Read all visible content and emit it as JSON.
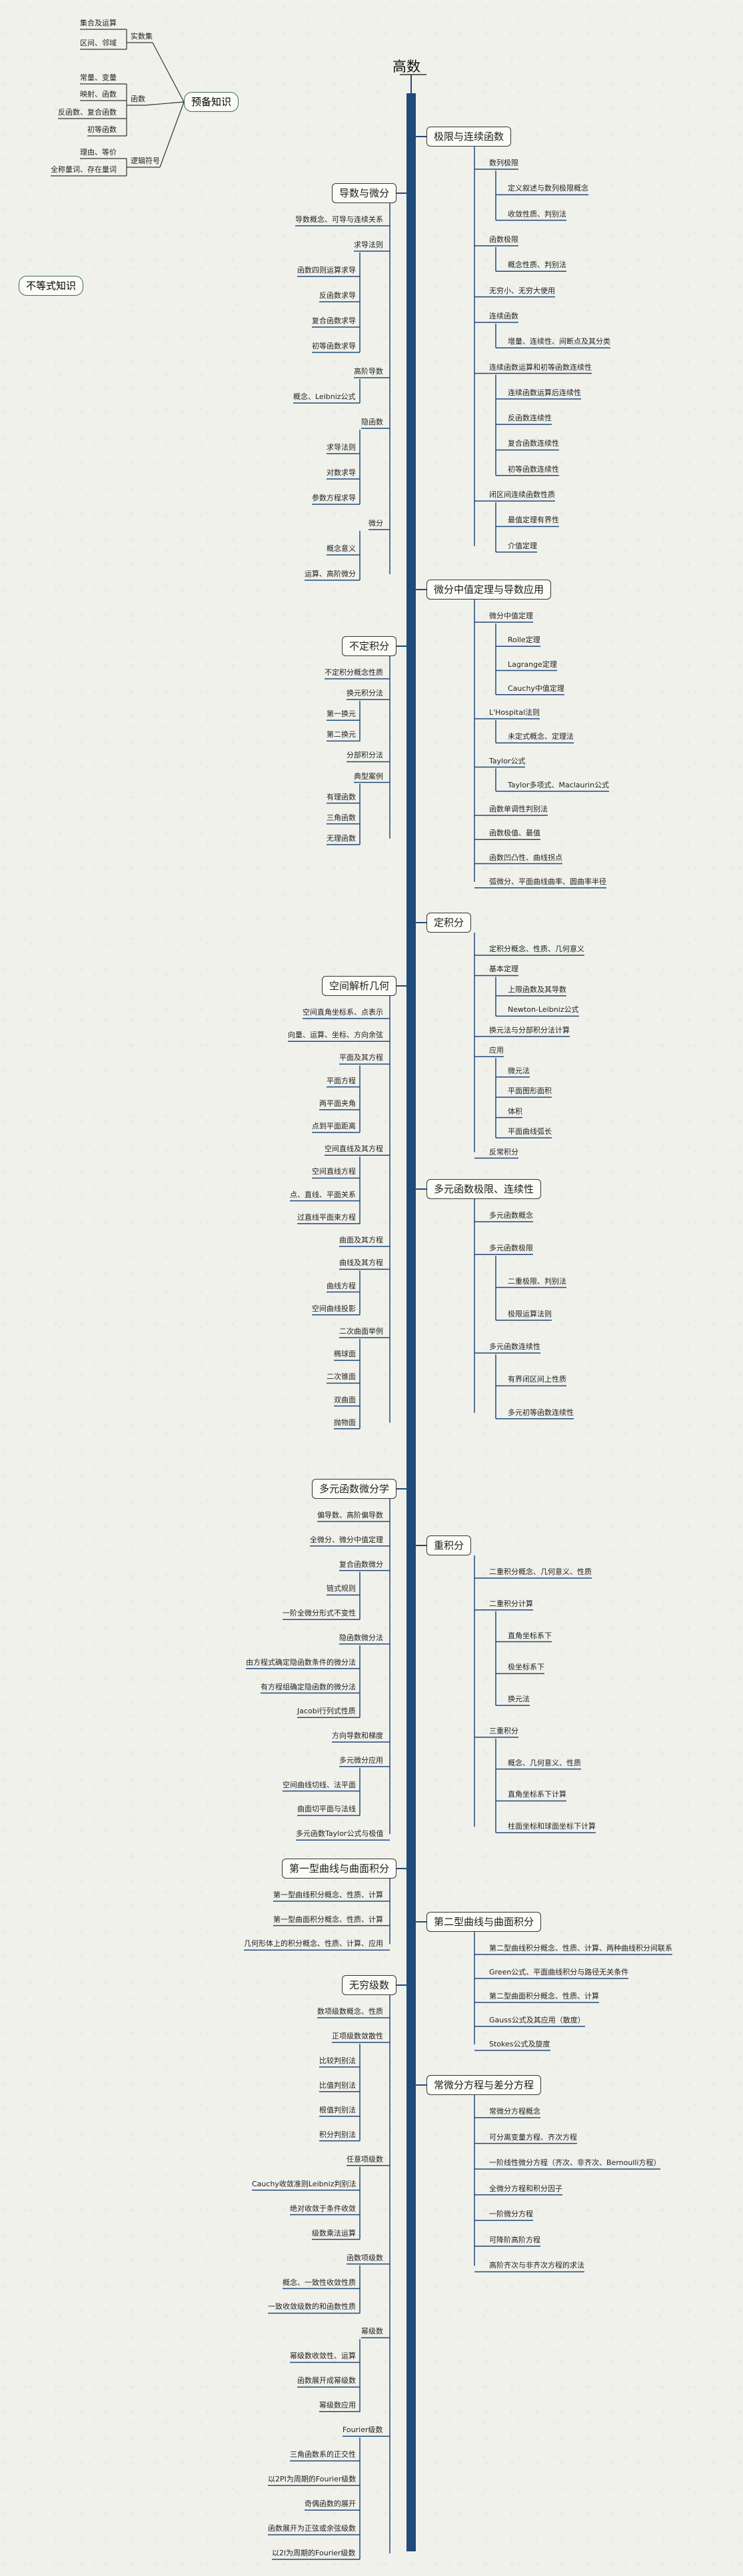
{
  "title": "高数",
  "prereq": {
    "label": "预备知识",
    "groups": [
      {
        "label": "实数集",
        "items": [
          "集合及运算",
          "区间、邻域"
        ]
      },
      {
        "label": "函数",
        "items": [
          "常量、变量",
          "映射、函数",
          "反函数、复合函数",
          "初等函数"
        ]
      },
      {
        "label": "逻辑符号",
        "items": [
          "理由、等价",
          "全称量词、存在量词"
        ]
      }
    ]
  },
  "ineq": "不等式知识",
  "right": [
    {
      "label": "极限与连续函数",
      "children": [
        {
          "t": "数列极限",
          "c": [
            {
              "t": "定义叙述与数列极限概念"
            },
            {
              "t": "收敛性质、判别法"
            }
          ]
        },
        {
          "t": "函数极限",
          "c": [
            {
              "t": "概念性质、判别法"
            }
          ]
        },
        {
          "t": "无穷小、无穷大使用"
        },
        {
          "t": "连续函数",
          "c": [
            {
              "t": "增量、连续性、间断点及其分类"
            }
          ]
        },
        {
          "t": "连续函数运算和初等函数连续性",
          "c": [
            {
              "t": "连续函数运算后连续性"
            },
            {
              "t": "反函数连续性"
            },
            {
              "t": "复合函数连续性"
            },
            {
              "t": "初等函数连续性"
            }
          ]
        },
        {
          "t": "闭区间连续函数性质",
          "c": [
            {
              "t": "最值定理有界性"
            },
            {
              "t": "介值定理"
            }
          ]
        }
      ]
    },
    {
      "label": "微分中值定理与导数应用",
      "children": [
        {
          "t": "微分中值定理",
          "c": [
            {
              "t": "Rolle定理"
            },
            {
              "t": "Lagrange定理"
            },
            {
              "t": "Cauchy中值定理"
            }
          ]
        },
        {
          "t": "L'Hospital法则",
          "c": [
            {
              "t": "未定式概念、定理法"
            }
          ]
        },
        {
          "t": "Taylor公式",
          "c": [
            {
              "t": "Taylor多项式、Maclaurin公式"
            }
          ]
        },
        {
          "t": "函数单调性判别法"
        },
        {
          "t": "函数极值、最值"
        },
        {
          "t": "函数凹凸性、曲线拐点"
        },
        {
          "t": "弧微分、平面曲线曲率、圆曲率半径"
        }
      ]
    },
    {
      "label": "定积分",
      "children": [
        {
          "t": "定积分概念、性质、几何意义"
        },
        {
          "t": "基本定理",
          "c": [
            {
              "t": "上限函数及其导数"
            },
            {
              "t": "Newton-Leibniz公式"
            }
          ]
        },
        {
          "t": "换元法与分部积分法计算"
        },
        {
          "t": "应用",
          "c": [
            {
              "t": "微元法"
            },
            {
              "t": "平面图形面积"
            },
            {
              "t": "体积"
            },
            {
              "t": "平面曲线弧长"
            }
          ]
        },
        {
          "t": "反常积分"
        }
      ]
    },
    {
      "label": "多元函数极限、连续性",
      "children": [
        {
          "t": "多元函数概念"
        },
        {
          "t": "多元函数极限",
          "c": [
            {
              "t": "二重极限、判别法"
            },
            {
              "t": "极限运算法则"
            }
          ]
        },
        {
          "t": "多元函数连续性",
          "c": [
            {
              "t": "有界闭区间上性质"
            },
            {
              "t": "多元初等函数连续性"
            }
          ]
        }
      ]
    },
    {
      "label": "重积分",
      "children": [
        {
          "t": "二重积分概念、几何意义、性质"
        },
        {
          "t": "二重积分计算",
          "c": [
            {
              "t": "直角坐标系下"
            },
            {
              "t": "极坐标系下"
            },
            {
              "t": "换元法"
            }
          ]
        },
        {
          "t": "三重积分",
          "c": [
            {
              "t": "概念、几何意义、性质"
            },
            {
              "t": "直角坐标系下计算"
            },
            {
              "t": "柱面坐标和球面坐标下计算"
            }
          ]
        }
      ]
    },
    {
      "label": "第二型曲线与曲面积分",
      "children": [
        {
          "t": "第二型曲线积分概念、性质、计算、两种曲线积分间联系"
        },
        {
          "t": "Green公式、平面曲线积分与路径无关条件"
        },
        {
          "t": "第二型曲面积分概念、性质、计算"
        },
        {
          "t": "Gauss公式及其应用（散度）"
        },
        {
          "t": "Stokes公式及旋度"
        }
      ]
    },
    {
      "label": "常微分方程与差分方程",
      "children": [
        {
          "t": "常微分方程概念"
        },
        {
          "t": "可分离变量方程、齐次方程"
        },
        {
          "t": "一阶线性微分方程（齐次、非齐次、Bernoulli方程）"
        },
        {
          "t": "全微分方程和积分因子"
        },
        {
          "t": "一阶微分方程"
        },
        {
          "t": "可降阶高阶方程"
        },
        {
          "t": "高阶齐次与非齐次方程的求法"
        }
      ]
    }
  ],
  "left": [
    {
      "label": "导数与微分",
      "children": [
        {
          "t": "导数概念、可导与连续关系"
        },
        {
          "t": "求导法则",
          "c": [
            {
              "t": "函数四则运算求导"
            },
            {
              "t": "反函数求导"
            },
            {
              "t": "复合函数求导"
            },
            {
              "t": "初等函数求导"
            }
          ]
        },
        {
          "t": "高阶导数",
          "c": [
            {
              "t": "概念、Leibniz公式"
            }
          ]
        },
        {
          "t": "隐函数",
          "c": [
            {
              "t": "求导法则"
            },
            {
              "t": "对数求导"
            },
            {
              "t": "参数方程求导"
            }
          ]
        },
        {
          "t": "微分",
          "c": [
            {
              "t": "概念意义"
            },
            {
              "t": "运算、高阶微分"
            }
          ]
        }
      ]
    },
    {
      "label": "不定积分",
      "children": [
        {
          "t": "不定积分概念性质"
        },
        {
          "t": "换元积分法",
          "c": [
            {
              "t": "第一换元"
            },
            {
              "t": "第二换元"
            }
          ]
        },
        {
          "t": "分部积分法"
        },
        {
          "t": "典型案例",
          "c": [
            {
              "t": "有理函数"
            },
            {
              "t": "三角函数"
            },
            {
              "t": "无理函数"
            }
          ]
        }
      ]
    },
    {
      "label": "空间解析几何",
      "children": [
        {
          "t": "空间直角坐标系、点表示"
        },
        {
          "t": "向量、运算、坐标、方向余弦"
        },
        {
          "t": "平面及其方程",
          "c": [
            {
              "t": "平面方程"
            },
            {
              "t": "两平面夹角"
            },
            {
              "t": "点到平面距离"
            }
          ]
        },
        {
          "t": "空间直线及其方程",
          "c": [
            {
              "t": "空间直线方程"
            },
            {
              "t": "点、直线、平面关系"
            },
            {
              "t": "过直线平面束方程"
            }
          ]
        },
        {
          "t": "曲面及其方程"
        },
        {
          "t": "曲线及其方程",
          "c": [
            {
              "t": "曲线方程"
            },
            {
              "t": "空间曲线投影"
            }
          ]
        },
        {
          "t": "二次曲面举例",
          "c": [
            {
              "t": "椭球面"
            },
            {
              "t": "二次锥面"
            },
            {
              "t": "双曲面"
            },
            {
              "t": "抛物面"
            }
          ]
        }
      ]
    },
    {
      "label": "多元函数微分学",
      "children": [
        {
          "t": "偏导数、高阶偏导数"
        },
        {
          "t": "全微分、微分中值定理"
        },
        {
          "t": "复合函数微分",
          "c": [
            {
              "t": "链式规则"
            },
            {
              "t": "一阶全微分形式不变性"
            }
          ]
        },
        {
          "t": "隐函数微分法",
          "c": [
            {
              "t": "由方程式确定隐函数条件的微分法"
            },
            {
              "t": "有方程组确定隐函数的微分法"
            },
            {
              "t": "Jacobi行列式性质"
            }
          ]
        },
        {
          "t": "方向导数和梯度"
        },
        {
          "t": "多元微分应用",
          "c": [
            {
              "t": "空间曲线切线、法平面"
            },
            {
              "t": "曲面切平面与法线"
            }
          ]
        },
        {
          "t": "多元函数Taylor公式与极值"
        }
      ]
    },
    {
      "label": "第一型曲线与曲面积分",
      "children": [
        {
          "t": "第一型曲线积分概念、性质、计算"
        },
        {
          "t": "第一型曲面积分概念、性质、计算"
        },
        {
          "t": "几何形体上的积分概念、性质、计算、应用"
        }
      ]
    },
    {
      "label": "无穷级数",
      "children": [
        {
          "t": "数项级数概念、性质"
        },
        {
          "t": "正项级数敛散性",
          "c": [
            {
              "t": "比较判别法"
            },
            {
              "t": "比值判别法"
            },
            {
              "t": "根值判别法"
            },
            {
              "t": "积分判别法"
            }
          ]
        },
        {
          "t": "任意项级数",
          "c": [
            {
              "t": "Cauchy收敛准则Leibniz判别法"
            },
            {
              "t": "绝对收敛于条件收敛"
            },
            {
              "t": "级数乘法运算"
            }
          ]
        },
        {
          "t": "函数项级数",
          "c": [
            {
              "t": "概念、一致性收敛性质"
            },
            {
              "t": "一致收敛级数的和函数性质"
            }
          ]
        },
        {
          "t": "幂级数",
          "c": [
            {
              "t": "幂级数收敛性、运算"
            },
            {
              "t": "函数展开成幂级数"
            },
            {
              "t": "幂级数应用"
            }
          ]
        },
        {
          "t": "Fourier级数",
          "c": [
            {
              "t": "三角函数系的正交性"
            },
            {
              "t": "以2PI为周期的Fourier级数"
            },
            {
              "t": "奇偶函数的展开"
            },
            {
              "t": "函数展开为正弦或余弦级数"
            },
            {
              "t": "以2l为周期的Fourier级数"
            }
          ]
        }
      ]
    }
  ]
}
